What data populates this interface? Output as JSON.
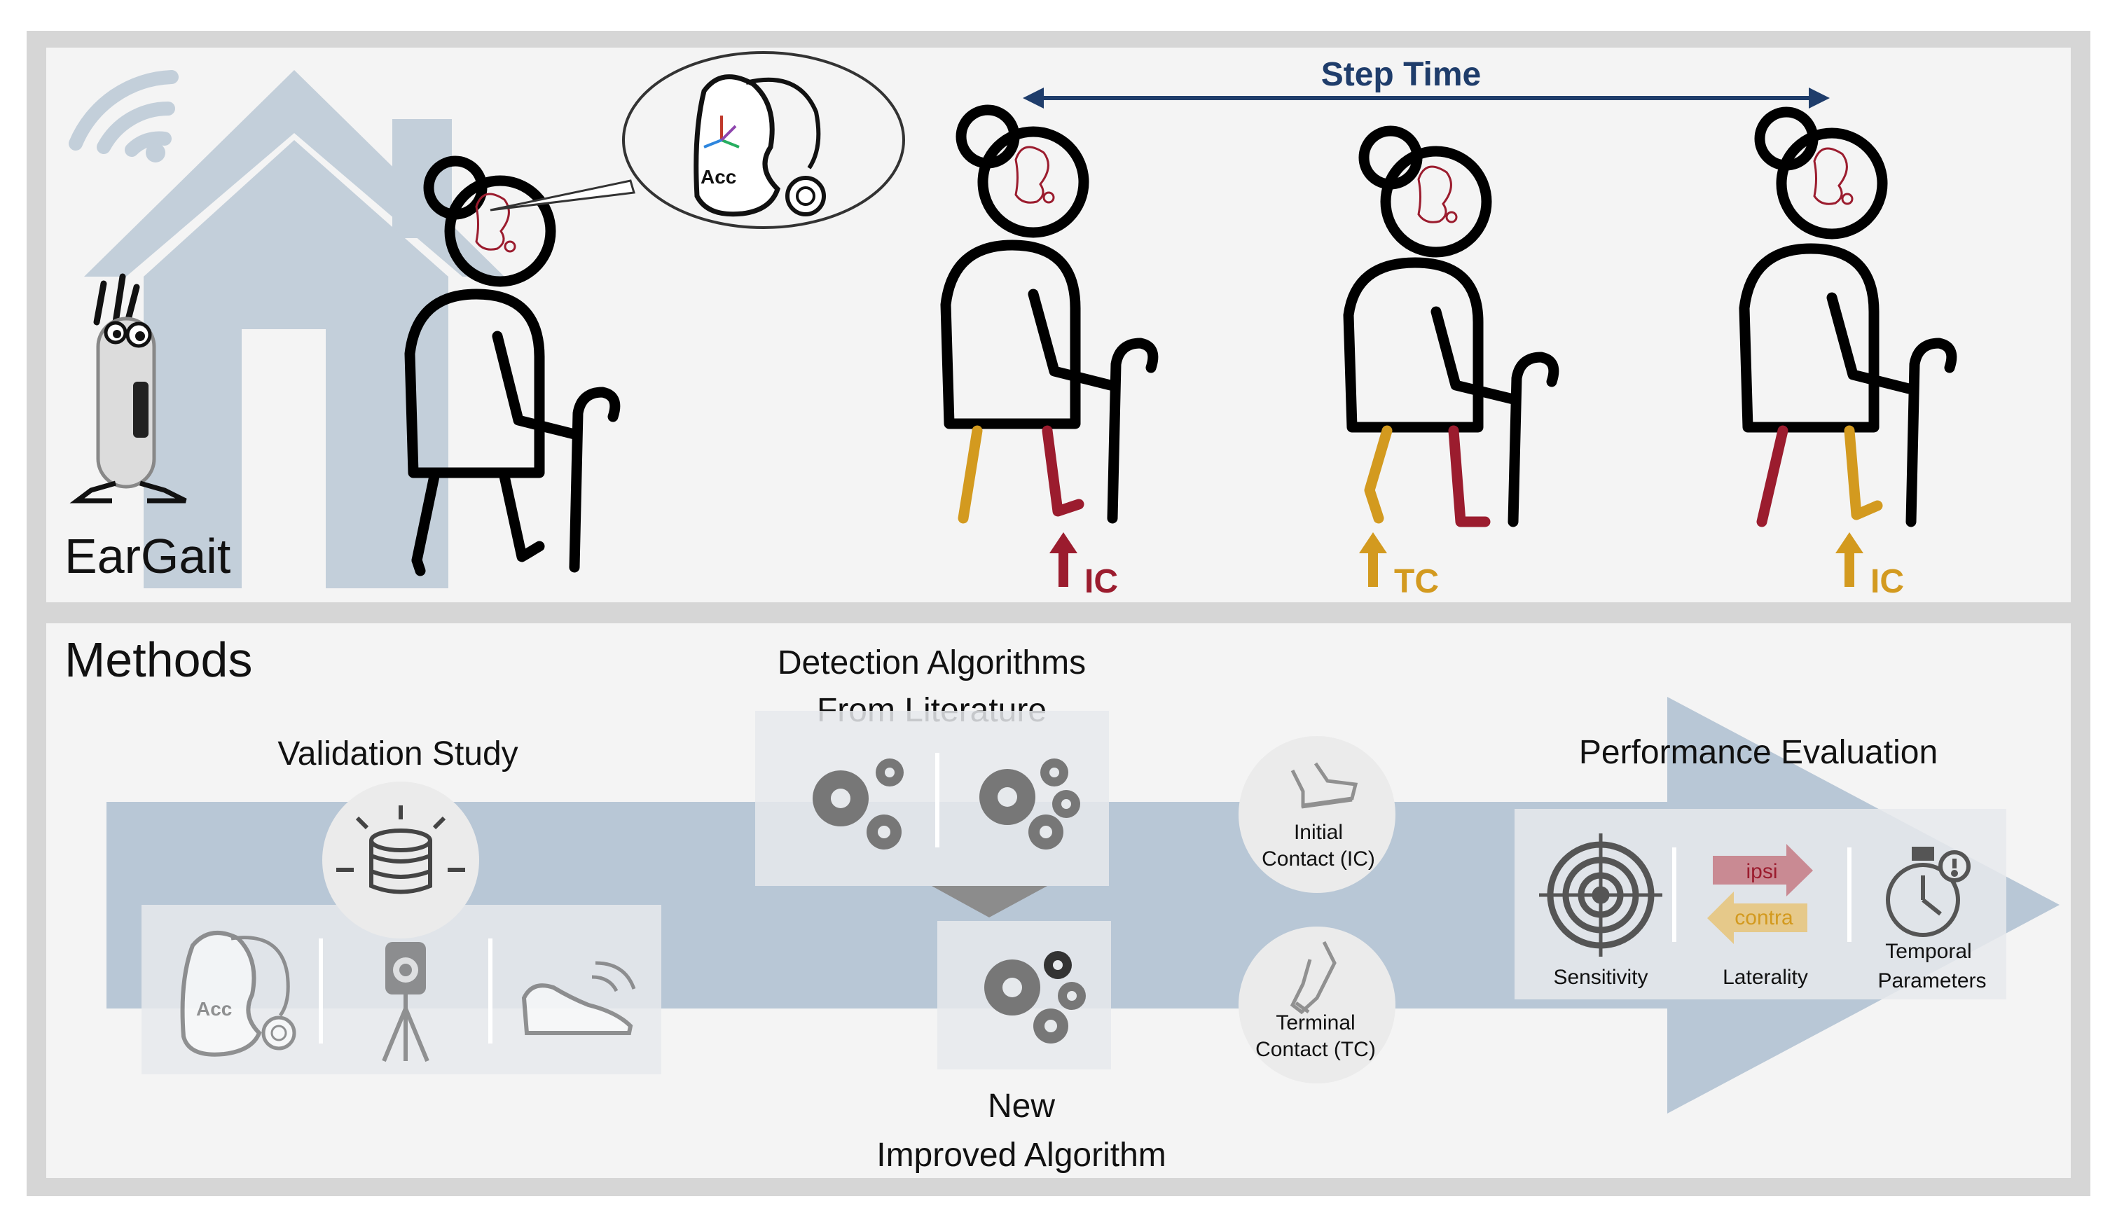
{
  "top_panel": {
    "brand_label": "EarGait",
    "step_time_label": "Step Time",
    "events": [
      {
        "label": "IC",
        "color": "#9b1c2e"
      },
      {
        "label": "TC",
        "color": "#d39a1f"
      },
      {
        "label": "IC",
        "color": "#d39a1f"
      }
    ],
    "accelerometer_label": "Acc"
  },
  "methods_panel": {
    "title": "Methods",
    "validation_study": "Validation Study",
    "detection_line1": "Detection Algorithms",
    "detection_line2": "From Literature",
    "new_line1": "New",
    "new_line2": "Improved Algorithm",
    "initial_contact_line1": "Initial",
    "initial_contact_line2": "Contact (IC)",
    "terminal_contact_line1": "Terminal",
    "terminal_contact_line2": "Contact (TC)",
    "performance_title": "Performance Evaluation",
    "metrics": {
      "sensitivity": "Sensitivity",
      "laterality": "Laterality",
      "temporal_line1": "Temporal",
      "temporal_line2": "Parameters",
      "ipsi": "ipsi",
      "contra": "contra"
    },
    "validation_acc_label": "Acc"
  },
  "colors": {
    "ipsi_red": "#9b1c2e",
    "contra_gold": "#d39a1f",
    "step_time_blue": "#1f3d6b",
    "arrow_blue": "#b8c7d6",
    "frame_gray": "#d6d6d6"
  }
}
